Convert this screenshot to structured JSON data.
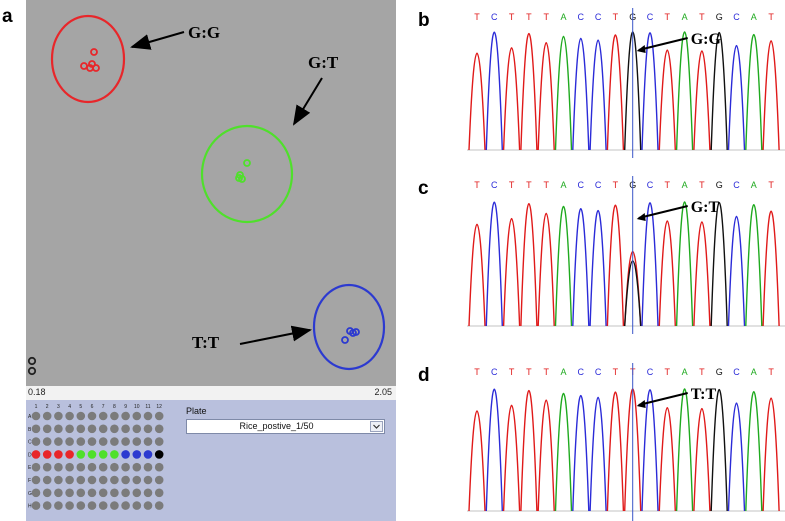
{
  "panel_letters": {
    "a": "a",
    "b": "b",
    "c": "c",
    "d": "d"
  },
  "scatter": {
    "genotypes": {
      "gg": "G:G",
      "gt": "G:T",
      "tt": "T:T"
    },
    "axis_min": "0.18",
    "axis_max": "2.05",
    "colors": {
      "gg": "#e8262a",
      "gt": "#4fe02b",
      "tt": "#2c3ad0",
      "ntc": "#222222"
    }
  },
  "plate": {
    "label": "Plate",
    "selected": "Rice_postive_1/50",
    "columns": [
      "1",
      "2",
      "3",
      "4",
      "5",
      "6",
      "7",
      "8",
      "9",
      "10",
      "11",
      "12"
    ],
    "rows": [
      "A",
      "B",
      "C",
      "D",
      "E",
      "F",
      "G",
      "H"
    ],
    "row_d_colors": [
      "#e8262a",
      "#e8262a",
      "#e8262a",
      "#e8262a",
      "#4fe02b",
      "#4fe02b",
      "#4fe02b",
      "#4fe02b",
      "#2c3ad0",
      "#2c3ad0",
      "#2c3ad0",
      "#000000"
    ]
  },
  "sequencing": {
    "b": {
      "sequence": "TCTTTACCTGCTATGCAT",
      "genotype": "G:G"
    },
    "c": {
      "sequence": "TCTTTACCTGCTATGCAT",
      "genotype": "G:T"
    },
    "d": {
      "sequence": "TCTTTACCTTCTATGCAT",
      "genotype": "T:T"
    },
    "base_colors": {
      "A": "#1faa1f",
      "C": "#2b2bd8",
      "G": "#111111",
      "T": "#e01a1a"
    }
  }
}
